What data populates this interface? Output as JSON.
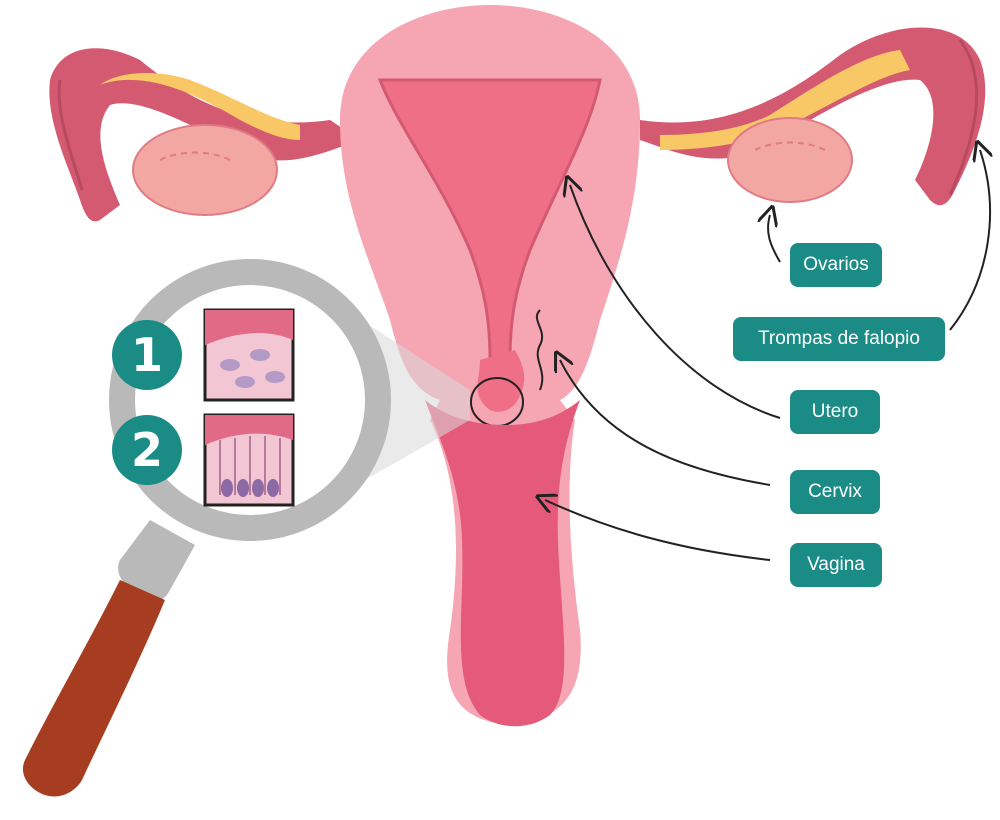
{
  "labels": {
    "ovarios": "Ovarios",
    "trompas": "Trompas de falopio",
    "utero": "Utero",
    "cervix": "Cervix",
    "vagina": "Vagina"
  },
  "zoom": {
    "badge_1": "1",
    "badge_2": "2"
  },
  "colors": {
    "label_bg": "#1b8b86",
    "uterus_outer": "#f6a5b3",
    "uterus_inner": "#ef6f86",
    "tube": "#d45a72",
    "fimbria_fat": "#f8c766",
    "ovary": "#f3a7a2",
    "magnifier_ring": "#b9b9b9",
    "handle": "#a63d21"
  },
  "icons": {
    "magnifier": "magnifying-glass-icon",
    "arrow": "curved-arrow-icon"
  }
}
